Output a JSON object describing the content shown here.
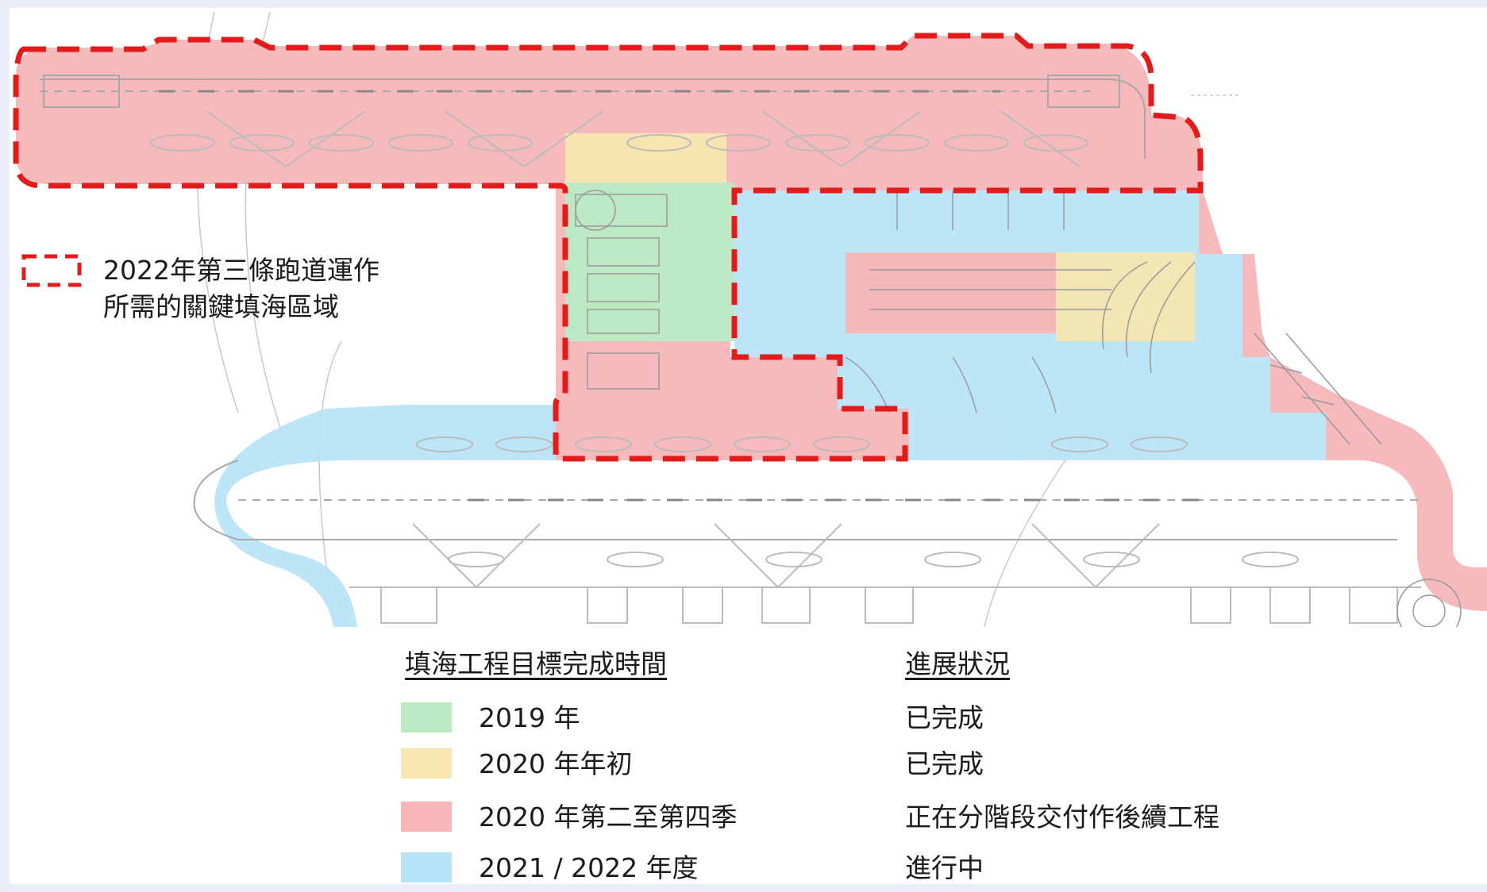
{
  "callout": {
    "line1": "2022年第三條跑道運作",
    "line2": "所需的關鍵填海區域",
    "line_color": "#e21b1b"
  },
  "legend": {
    "heading_target": "填海工程目標完成時間",
    "heading_status": "進展狀況",
    "items": [
      {
        "label": "2019 年",
        "status": "已完成",
        "color": "#b9eac4"
      },
      {
        "label": "2020 年年初",
        "status": "已完成",
        "color": "#f6e6b0"
      },
      {
        "label": "2020 年第二至第四季",
        "status": "正在分階段交付作後續工程",
        "color": "#f7b6b8"
      },
      {
        "label": "2021 / 2022 年度",
        "status": "進行中",
        "color": "#b6e2f7"
      }
    ]
  },
  "colors": {
    "green": "#b9eac4",
    "yellow": "#f6e6b0",
    "pink": "#f7b6b8",
    "blue": "#b6e2f7",
    "dashed_boundary": "#e21b1b",
    "plan_lines": "#a8a8a8"
  }
}
